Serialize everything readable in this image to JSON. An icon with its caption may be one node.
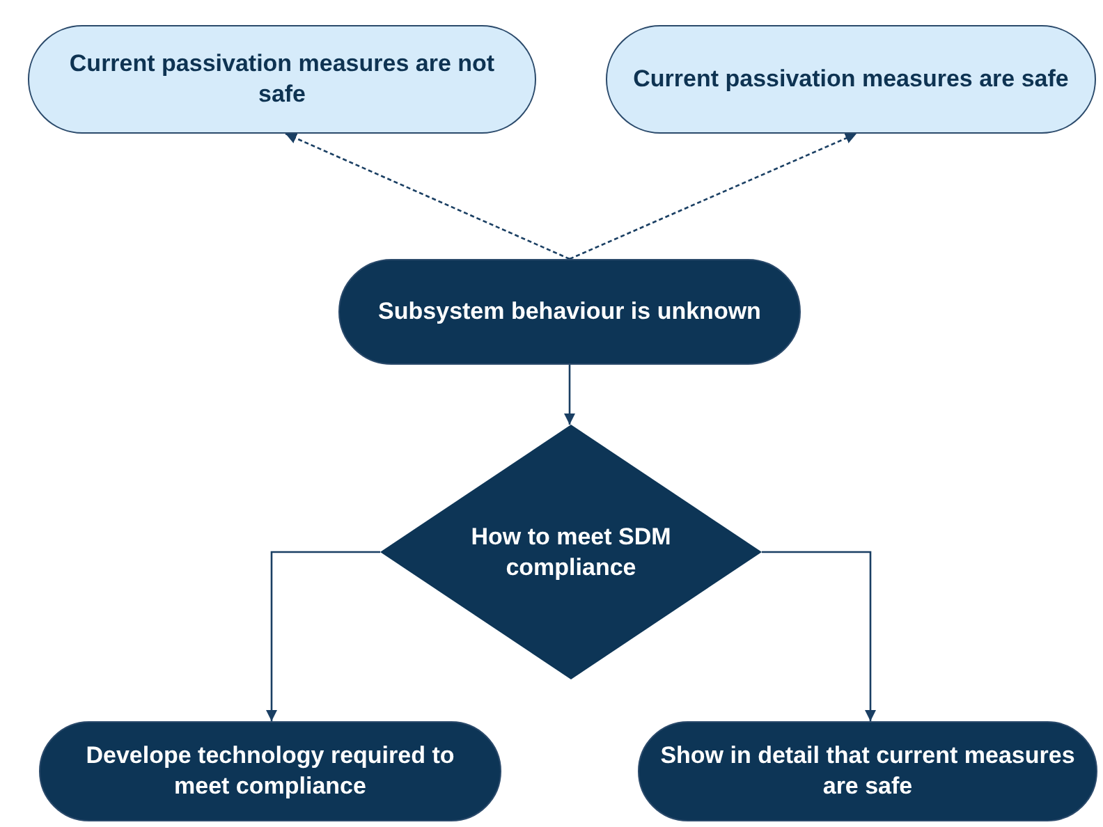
{
  "diagram": {
    "nodes": [
      {
        "text": [
          "Current passivation measures are not safe"
        ]
      },
      {
        "text": [
          "Current passivation measures are safe"
        ]
      },
      {
        "text": [
          "Subsystem behaviour is unknown"
        ]
      },
      {
        "text": [
          "How to meet SDM compliance"
        ]
      },
      {
        "text": [
          "Develope technology required to meet compliance"
        ]
      },
      {
        "text": [
          "Show in detail that current measures are safe"
        ]
      }
    ],
    "edges": [
      {
        "from": 2,
        "to": 0,
        "arrow": "to",
        "style": "dashed"
      },
      {
        "from": 2,
        "to": 1,
        "arrow": "to",
        "style": "dashed"
      },
      {
        "from": 2,
        "to": 3,
        "arrow": "to"
      },
      {
        "from": 3,
        "to": 4,
        "arrow": "to"
      },
      {
        "from": 3,
        "to": 5,
        "arrow": "to"
      }
    ]
  }
}
